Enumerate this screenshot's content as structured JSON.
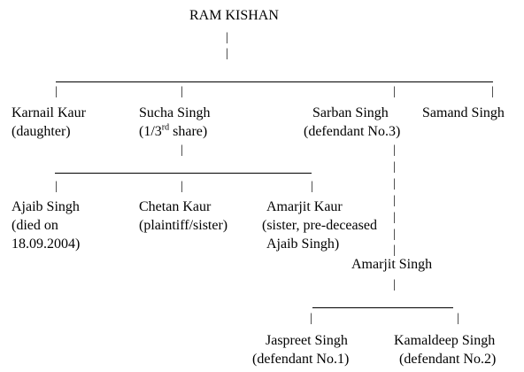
{
  "root": {
    "name": "RAM KISHAN"
  },
  "children": {
    "karnail": {
      "name": "Karnail Kaur",
      "note": "(daughter)"
    },
    "sucha": {
      "name": "Sucha Singh",
      "note_pre": "(1/3",
      "note_sup": "rd",
      "note_post": " share)"
    },
    "sarban": {
      "name": "Sarban Singh",
      "note": "(defendant No.3)"
    },
    "samand": {
      "name": "Samand Singh"
    }
  },
  "sucha_children": {
    "ajaib": {
      "name": "Ajaib Singh",
      "line2": "(died on",
      "line3": "18.09.2004)"
    },
    "chetan": {
      "name": "Chetan Kaur",
      "line2": "(plaintiff/sister)"
    },
    "amarjit_kaur": {
      "name": "Amarjit Kaur",
      "line2": "(sister, pre-deceased",
      "line3": "Ajaib Singh)"
    }
  },
  "sarban_child": {
    "name": "Amarjit Singh"
  },
  "grandchildren": {
    "jaspreet": {
      "name": "Jaspreet Singh",
      "note": "(defendant No.1)"
    },
    "kamaldeep": {
      "name": "Kamaldeep Singh",
      "note": "(defendant No.2)"
    }
  },
  "connector": "|"
}
